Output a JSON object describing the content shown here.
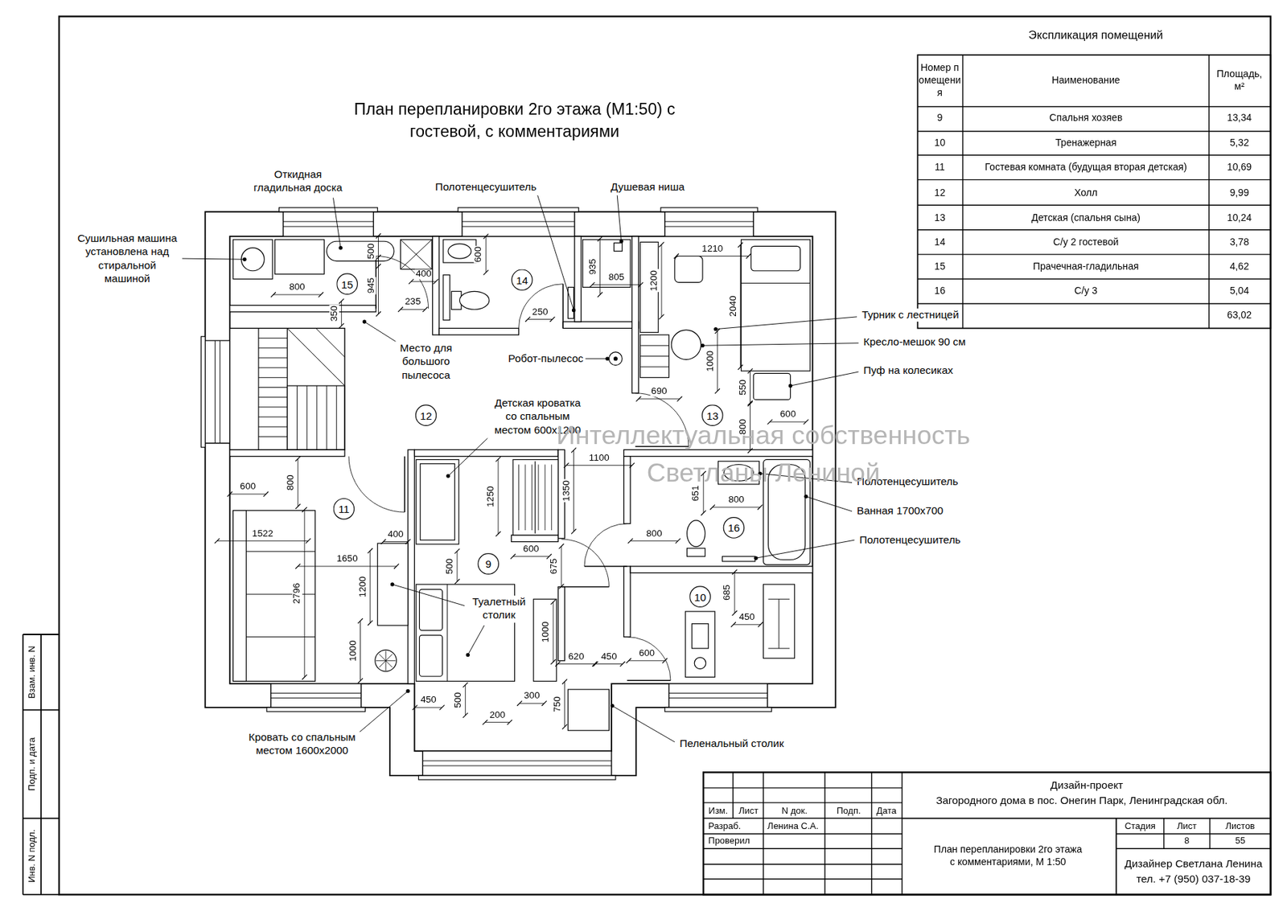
{
  "diagram": {
    "title": "План перепланировки 2го этажа (М1:50) с гостевой, с комментариями",
    "nodes": [
      {
        "text": [
          "15"
        ]
      },
      {
        "text": [
          "14"
        ]
      },
      {
        "text": [
          "12"
        ]
      },
      {
        "text": [
          "13"
        ]
      },
      {
        "text": [
          "11"
        ]
      },
      {
        "text": [
          "9"
        ]
      },
      {
        "text": [
          "16"
        ]
      },
      {
        "text": [
          "10"
        ]
      }
    ],
    "labels": [
      "Экспликация помещений",
      "Номер помещения",
      "Наименование",
      "Площадь, м²",
      "9",
      "Спальня хозяев",
      "13,34",
      "10",
      "Тренажерная",
      "5,32",
      "11",
      "Гостевая комната (будущая вторая детская)",
      "10,69",
      "12",
      "Холл",
      "9,99",
      "13",
      "Детская (спальня сына)",
      "10,24",
      "14",
      "С/у 2 гостевой",
      "3,78",
      "15",
      "Прачечная-гладильная",
      "4,62",
      "16",
      "С/у 3",
      "5,04",
      "63,02",
      "Откидная гладильная доска",
      "Сушильная машина установлена над стиральной машиной",
      "Полотенцесушитель",
      "Душевая ниша",
      "Место для большого пылесоса",
      "Робот-пылесос",
      "Детская кроватка со спальным местом 600х1200",
      "Турник с лестницей",
      "Кресло-мешок 90 см",
      "Пуф на колесиках",
      "Полотенцесушитель",
      "Ванная 1700х700",
      "Полотенцесушитель",
      "Туалетный столик",
      "Кровать со спальным местом 1600х2000",
      "Пеленальный столик",
      "Интеллектуальная собственность Светланы Лениной",
      "Изм.",
      "Лист",
      "N док.",
      "Подп.",
      "Дата",
      "Разраб.",
      "Ленина С.А.",
      "Проверил",
      "Дизайн-проект",
      "Загородного дома в пос. Онегин Парк, Ленинградская обл.",
      "План перепланировки 2го этажа с комментариями, М 1:50",
      "Стадия",
      "Лист",
      "Листов",
      "8",
      "55",
      "Дизайнер Светлана Ленина",
      "тел. +7 (950) 037-18-39",
      "Взам. инв. N",
      "Подп. и дата",
      "Инв. N подл.",
      "500",
      "945",
      "800",
      "350",
      "400",
      "235",
      "600",
      "250",
      "935",
      "805",
      "1210",
      "1200",
      "2040",
      "1000",
      "690",
      "550",
      "600",
      "800",
      "1100",
      "600",
      "800",
      "1522",
      "400",
      "1650",
      "2796",
      "1200",
      "1000",
      "1250",
      "1350",
      "600",
      "500",
      "675",
      "1000",
      "651",
      "800",
      "800",
      "685",
      "450",
      "620",
      "450",
      "600",
      "450",
      "500",
      "200",
      "300",
      "750"
    ]
  }
}
